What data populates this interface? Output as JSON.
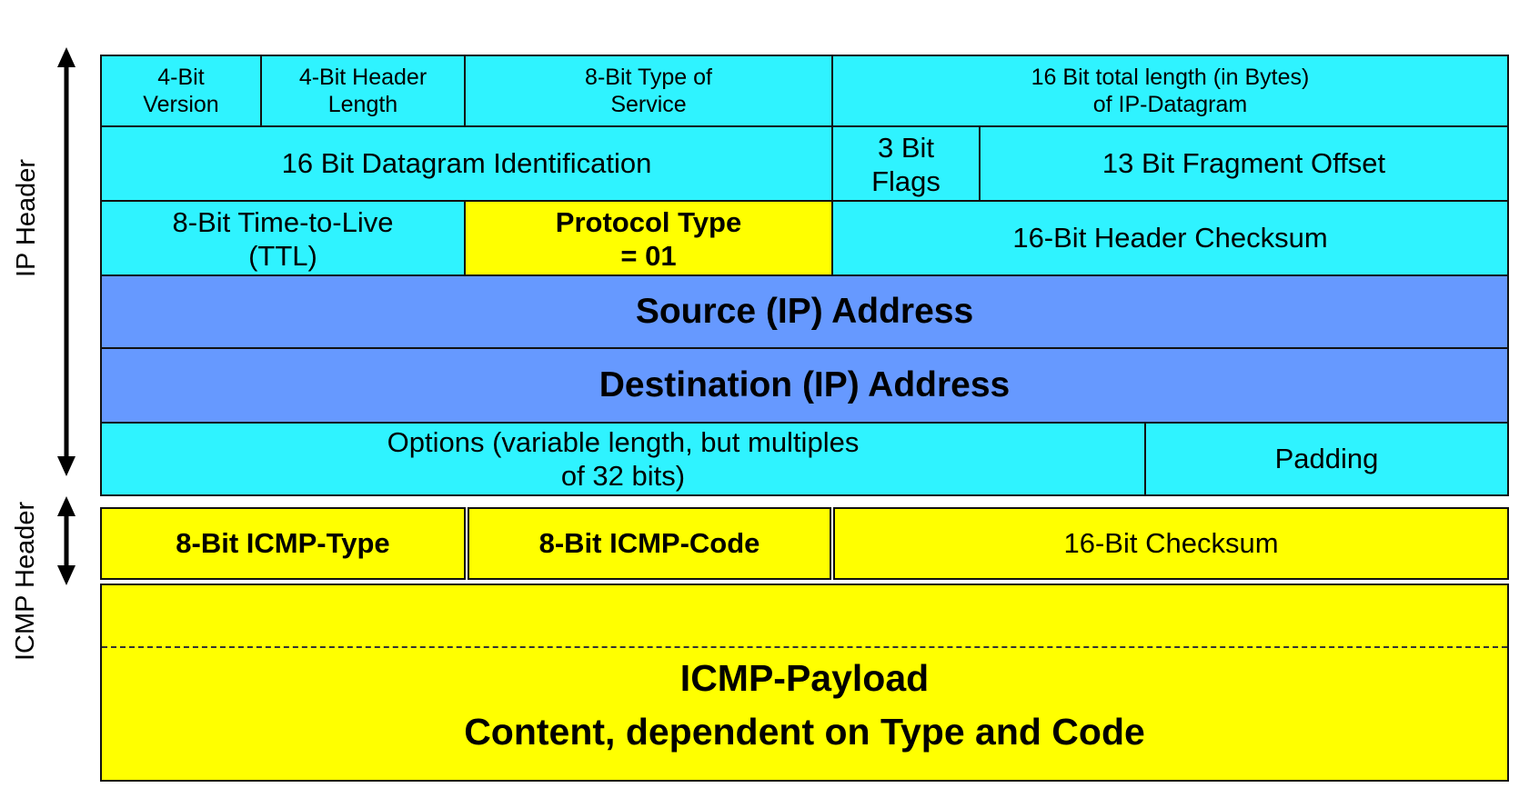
{
  "side_labels": {
    "ip_header": "IP Header",
    "icmp_header": "ICMP Header"
  },
  "colors": {
    "ip_field": "#2ff3ff",
    "address_field": "#6699ff",
    "icmp_field": "#ffff00"
  },
  "ip_header": {
    "row1": {
      "version": "4-Bit\nVersion",
      "header_length": "4-Bit Header\nLength",
      "type_of_service": "8-Bit Type of\nService",
      "total_length": "16 Bit total length (in Bytes)\nof IP-Datagram"
    },
    "row2": {
      "identification": "16 Bit Datagram Identification",
      "flags": "3 Bit\nFlags",
      "fragment_offset": "13 Bit Fragment Offset"
    },
    "row3": {
      "ttl": "8-Bit Time-to-Live\n(TTL)",
      "protocol_type": "Protocol Type\n= 01",
      "header_checksum": "16-Bit Header Checksum"
    },
    "source_address": "Source (IP) Address",
    "destination_address": "Destination (IP) Address",
    "options": "Options (variable length, but multiples\nof 32 bits)",
    "padding": "Padding"
  },
  "icmp_header": {
    "type": "8-Bit ICMP-Type",
    "code": "8-Bit ICMP-Code",
    "checksum": "16-Bit Checksum"
  },
  "icmp_payload": {
    "title": "ICMP-Payload",
    "subtitle": "Content, dependent on Type and Code"
  }
}
